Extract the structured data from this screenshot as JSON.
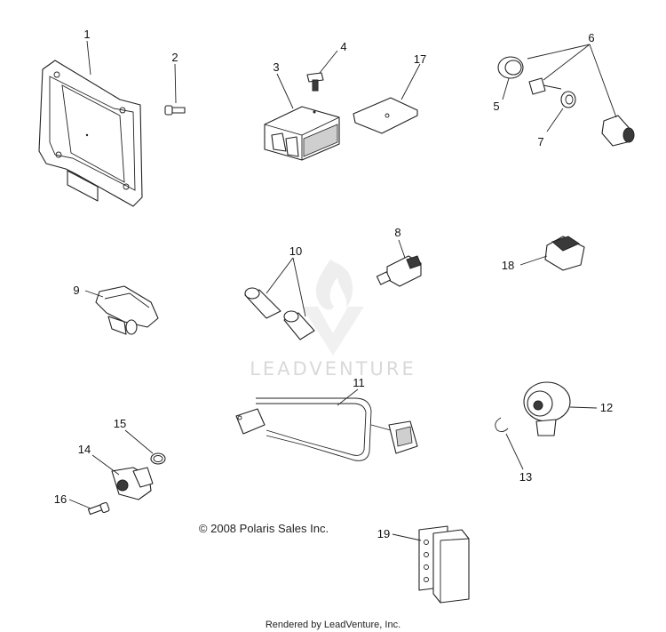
{
  "diagram": {
    "callouts": {
      "c1": "1",
      "c2": "2",
      "c3": "3",
      "c4": "4",
      "c5": "5",
      "c6": "6",
      "c7": "7",
      "c8": "8",
      "c9": "9",
      "c10": "10",
      "c11": "11",
      "c12": "12",
      "c13": "13",
      "c14": "14",
      "c15": "15",
      "c16": "16",
      "c17": "17",
      "c18": "18",
      "c19": "19"
    },
    "copyright": "© 2008 Polaris Sales Inc.",
    "footer": "Rendered by LeadVenture, Inc.",
    "watermark": "LEADVENTURE"
  }
}
